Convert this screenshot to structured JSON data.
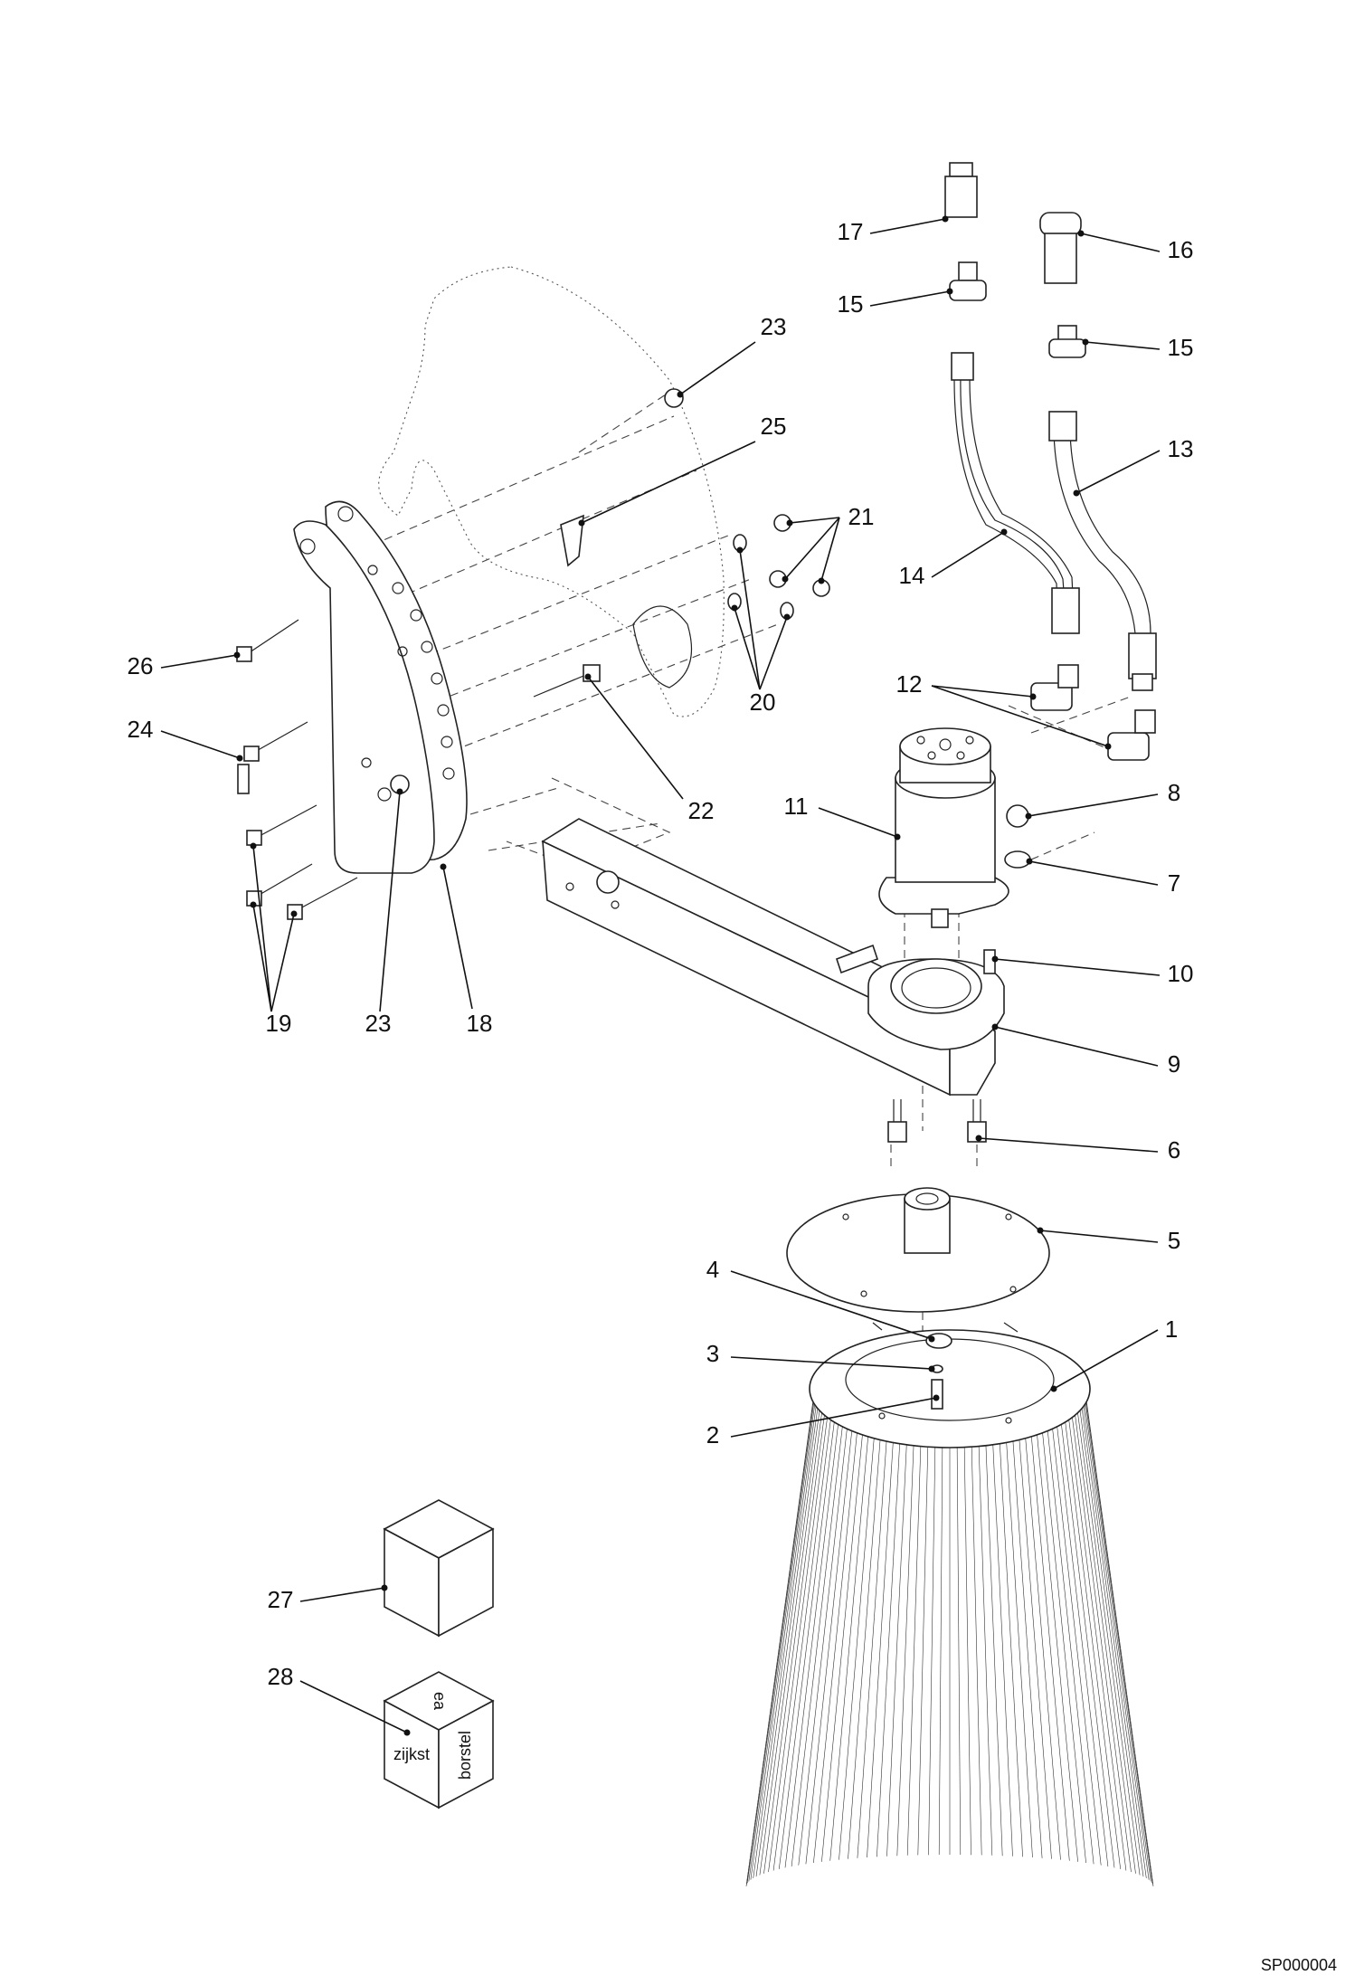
{
  "drawing_ref": "SP000004",
  "box_labels": {
    "top": "ea",
    "left": "zijkst",
    "right": "borstel"
  },
  "callouts": [
    {
      "id": "c1",
      "text": "1"
    },
    {
      "id": "c2",
      "text": "2"
    },
    {
      "id": "c3",
      "text": "3"
    },
    {
      "id": "c4",
      "text": "4"
    },
    {
      "id": "c5",
      "text": "5"
    },
    {
      "id": "c6",
      "text": "6"
    },
    {
      "id": "c7",
      "text": "7"
    },
    {
      "id": "c8",
      "text": "8"
    },
    {
      "id": "c9",
      "text": "9"
    },
    {
      "id": "c10",
      "text": "10"
    },
    {
      "id": "c11",
      "text": "11"
    },
    {
      "id": "c12",
      "text": "12"
    },
    {
      "id": "c13",
      "text": "13"
    },
    {
      "id": "c14",
      "text": "14"
    },
    {
      "id": "c15a",
      "text": "15"
    },
    {
      "id": "c15b",
      "text": "15"
    },
    {
      "id": "c16",
      "text": "16"
    },
    {
      "id": "c17",
      "text": "17"
    },
    {
      "id": "c18",
      "text": "18"
    },
    {
      "id": "c19",
      "text": "19"
    },
    {
      "id": "c20",
      "text": "20"
    },
    {
      "id": "c21",
      "text": "21"
    },
    {
      "id": "c22",
      "text": "22"
    },
    {
      "id": "c23a",
      "text": "23"
    },
    {
      "id": "c23b",
      "text": "23"
    },
    {
      "id": "c24",
      "text": "24"
    },
    {
      "id": "c25",
      "text": "25"
    },
    {
      "id": "c26",
      "text": "26"
    },
    {
      "id": "c27",
      "text": "27"
    },
    {
      "id": "c28",
      "text": "28"
    }
  ]
}
